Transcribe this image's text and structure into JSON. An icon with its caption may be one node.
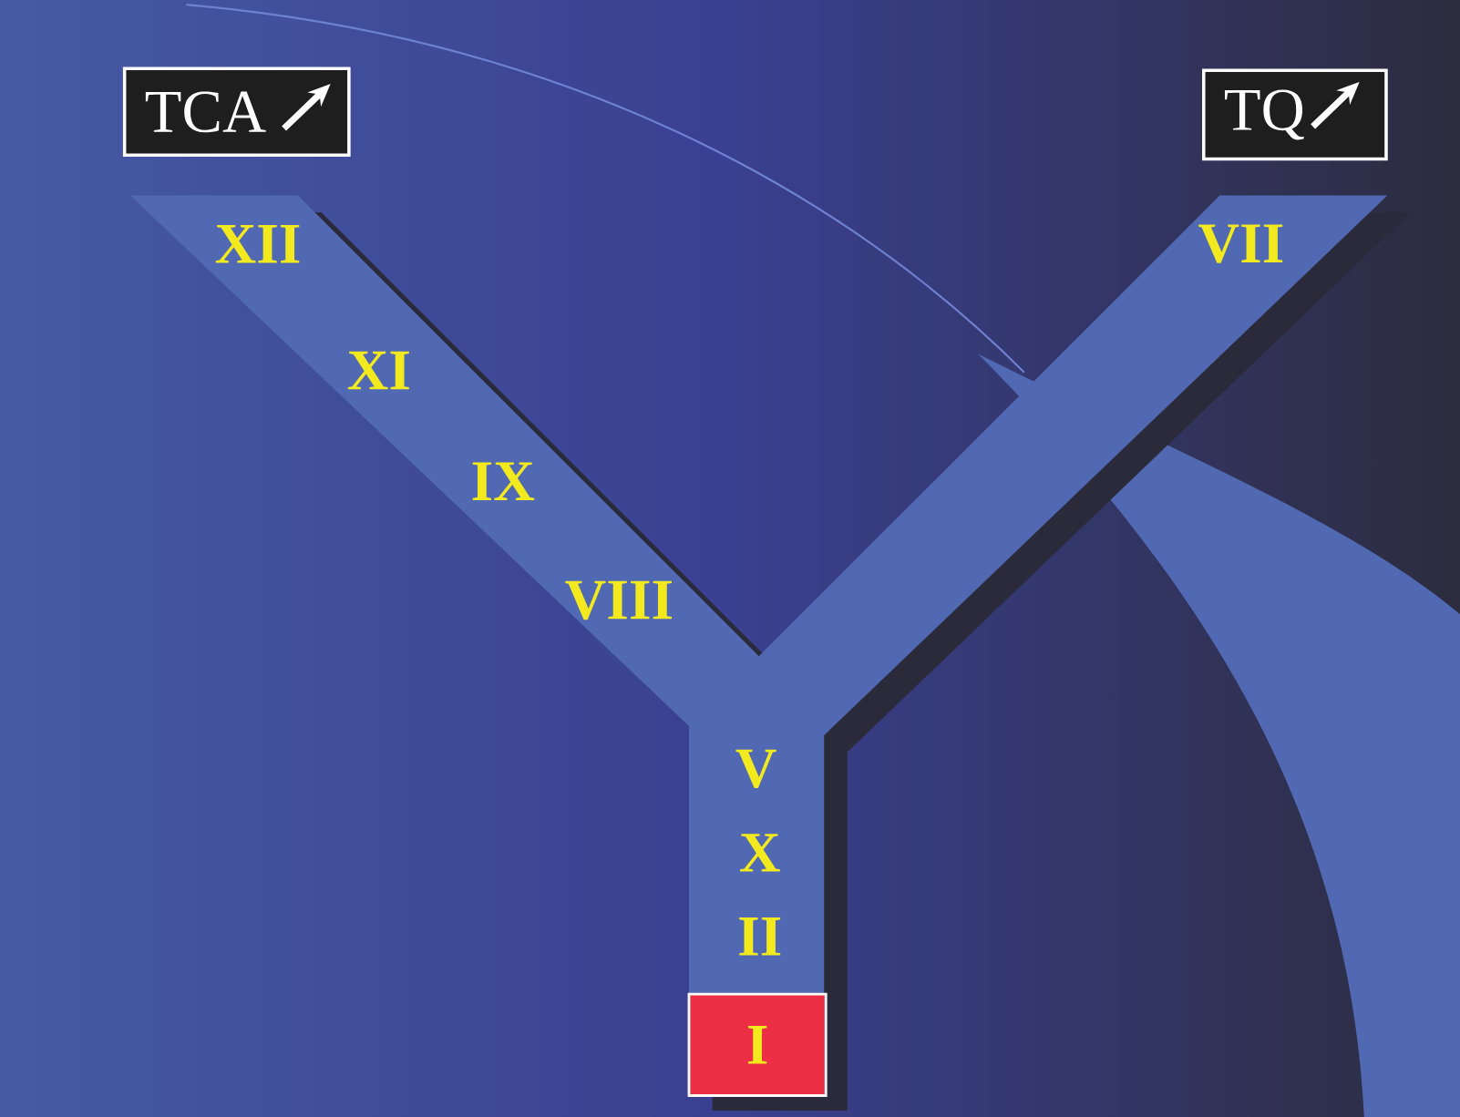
{
  "diagram": {
    "nodes": [
      {
        "text": [
          "TCA"
        ]
      },
      {
        "text": [
          "TQ"
        ]
      },
      {
        "text": [
          "I"
        ]
      }
    ],
    "labels": [
      "XII",
      "VII",
      "XI",
      "IX",
      "VIII",
      "V",
      "X",
      "II"
    ]
  }
}
